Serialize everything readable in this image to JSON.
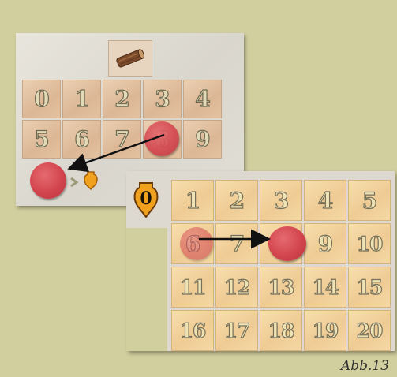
{
  "figure": {
    "caption": "Abb.13"
  },
  "wood_track": {
    "resource_icon": "wood-log-icon",
    "numbers": [
      "0",
      "1",
      "2",
      "3",
      "4",
      "5",
      "6",
      "7",
      "8",
      "9"
    ],
    "marker_from": "8",
    "marker_to": "stock",
    "bonus_icon": "amphora-icon"
  },
  "amphora_track": {
    "start_label": "0",
    "start_icon": "amphora-icon",
    "numbers": [
      "1",
      "2",
      "3",
      "4",
      "5",
      "6",
      "7",
      "8",
      "9",
      "10",
      "11",
      "12",
      "13",
      "14",
      "15",
      "16",
      "17",
      "18",
      "19",
      "20"
    ],
    "marker_from": "6",
    "marker_to": "8"
  },
  "colors": {
    "background": "#d2cf9f",
    "token": "#d3454e",
    "amphora": "#f0a21e",
    "arrow": "#111111"
  }
}
